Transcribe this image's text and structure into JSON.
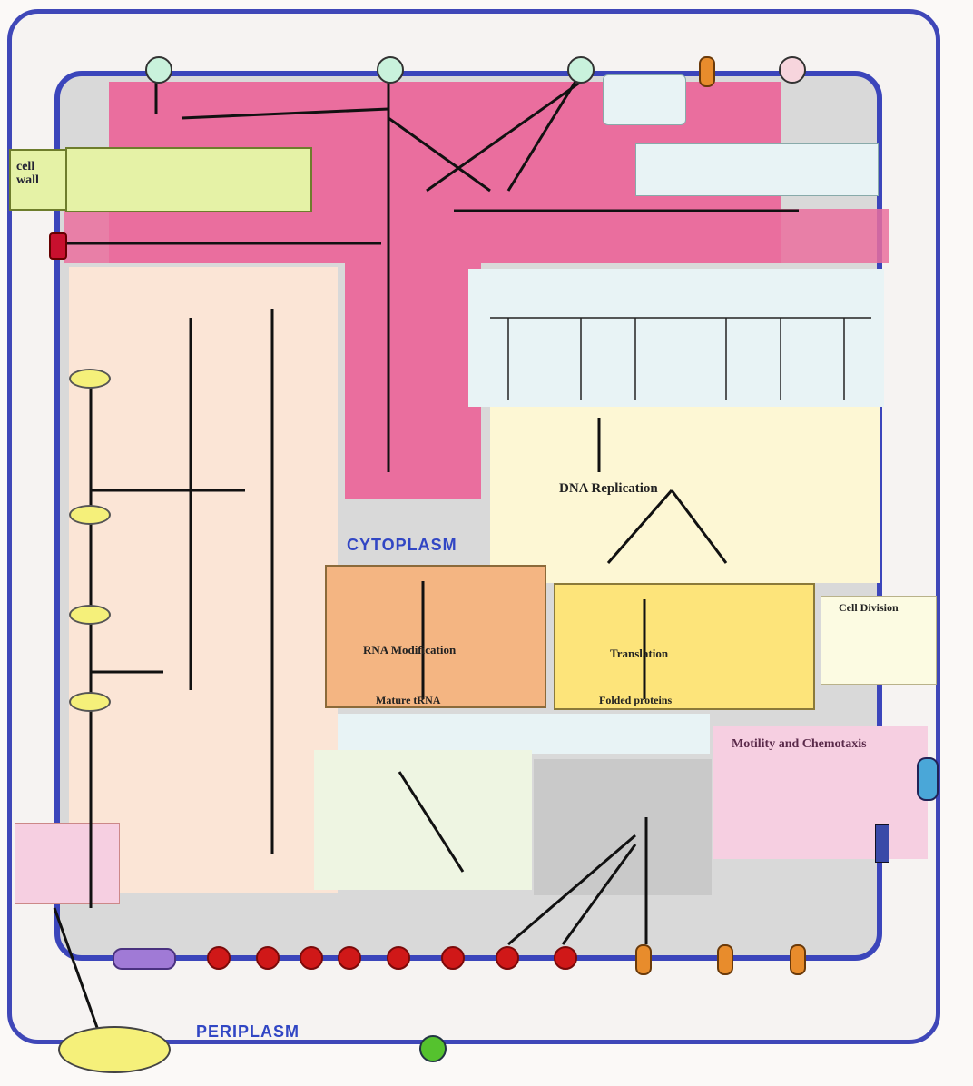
{
  "regions": {
    "cytoplasm_label": "CYTOPLASM",
    "periplasm_label": "PERIPLASM"
  },
  "boxes": {
    "cell_wall_left": "cell\nwall",
    "dna_replication": "DNA Replication",
    "rna_modification": "RNA Modification",
    "mature_trna": "Mature tRNA",
    "translation": "Translation",
    "folded_proteins": "Folded proteins",
    "motility_chemotaxis": "Motility and Chemotaxis",
    "cell_division": "Cell Division"
  },
  "colors": {
    "membrane": "#3b45bb",
    "cytoplasm_pink": "#ea6e9e",
    "transporter_red": "#d01818",
    "abc_orange": "#e88c2c",
    "label_blue": "#3146c4"
  }
}
